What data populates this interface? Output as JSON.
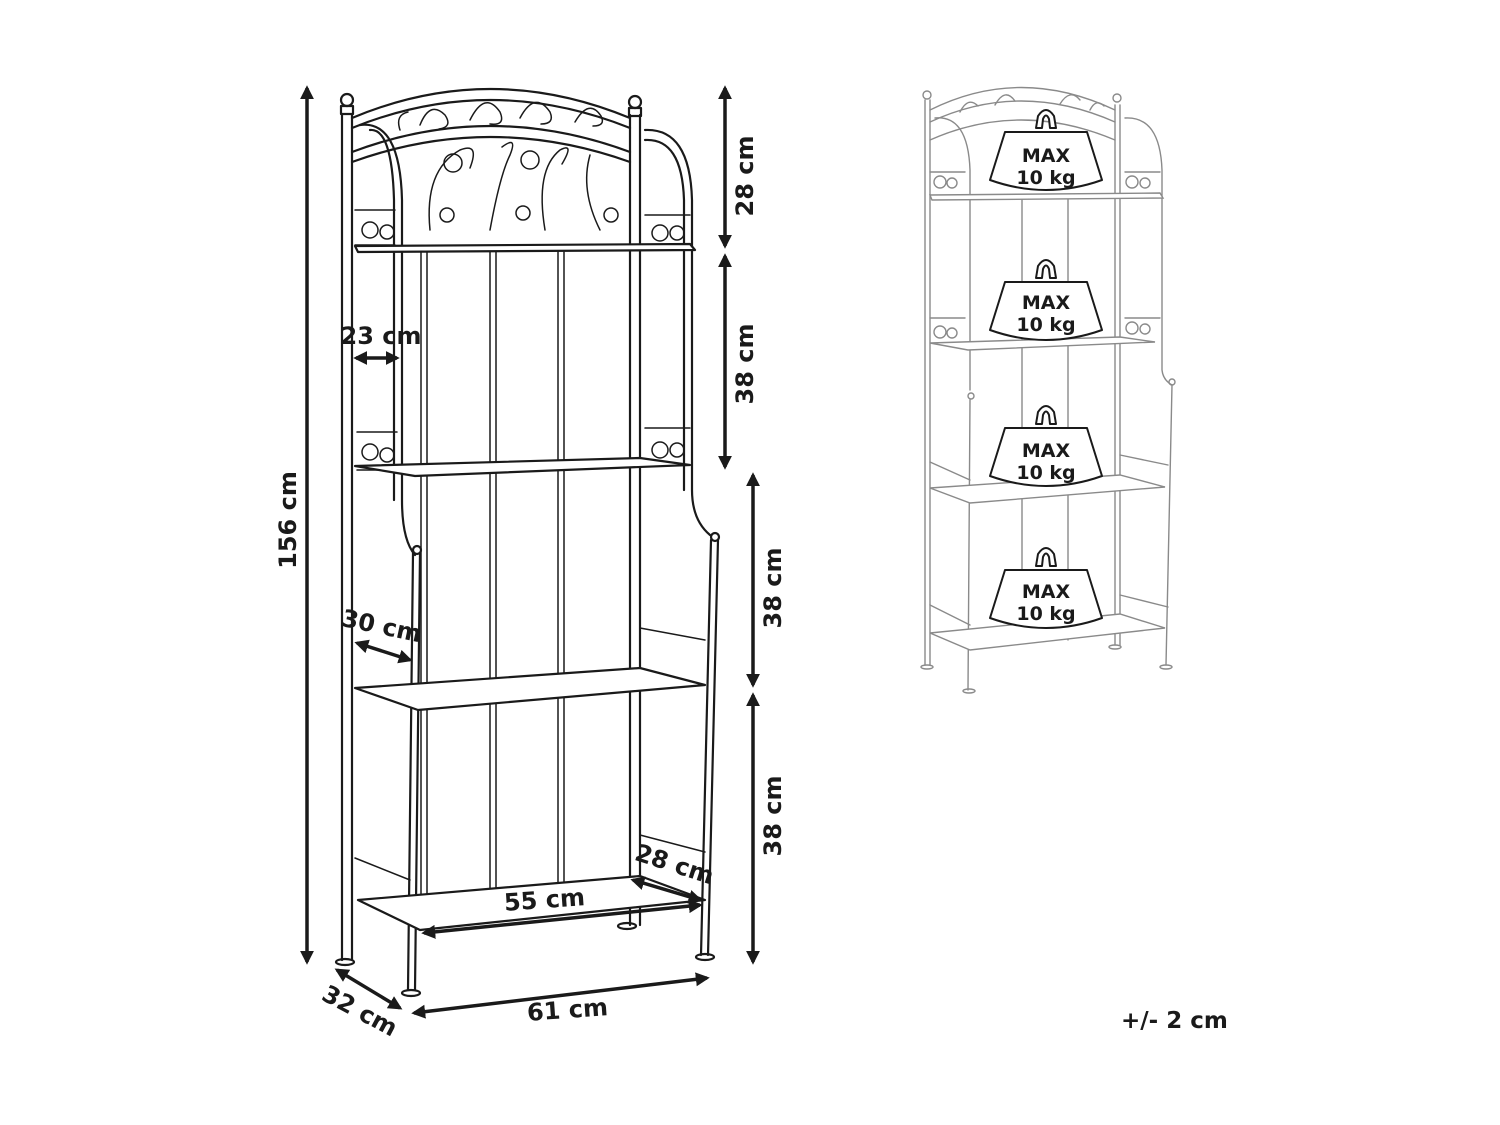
{
  "dimensions": {
    "height_total": "156 cm",
    "top_section": "28 cm",
    "section_upper": "38 cm",
    "section_middle": "38 cm",
    "section_lower": "38 cm",
    "top_shelf_depth": "23 cm",
    "middle_shelf_depth": "30 cm",
    "bottom_shelf_width": "55 cm",
    "bottom_shelf_depth": "28 cm",
    "base_depth": "32 cm",
    "base_width": "61 cm"
  },
  "load_labels": [
    {
      "line1": "MAX",
      "line2": "10 kg"
    },
    {
      "line1": "MAX",
      "line2": "10 kg"
    },
    {
      "line1": "MAX",
      "line2": "10 kg"
    },
    {
      "line1": "MAX",
      "line2": "10 kg"
    }
  ],
  "tolerance": "+/- 2 cm"
}
